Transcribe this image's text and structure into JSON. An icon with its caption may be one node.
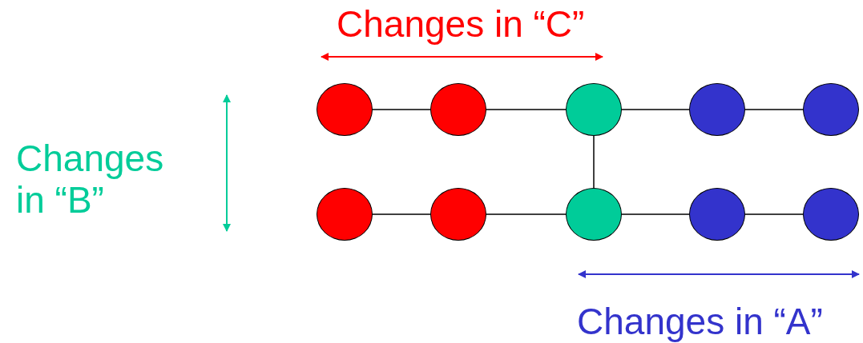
{
  "diagram": {
    "nodes": [
      {
        "text": [],
        "shape": "circle"
      },
      {
        "text": [],
        "shape": "circle"
      },
      {
        "text": [],
        "shape": "circle"
      },
      {
        "text": [],
        "shape": "circle"
      },
      {
        "text": [],
        "shape": "circle"
      },
      {
        "text": [],
        "shape": "circle"
      },
      {
        "text": [],
        "shape": "circle"
      },
      {
        "text": [],
        "shape": "circle"
      },
      {
        "text": [],
        "shape": "circle"
      },
      {
        "text": [],
        "shape": "circle"
      }
    ],
    "edges": [
      {
        "from": 0,
        "to": 1,
        "arrow": "none"
      },
      {
        "from": 1,
        "to": 2,
        "arrow": "none"
      },
      {
        "from": 2,
        "to": 3,
        "arrow": "none"
      },
      {
        "from": 3,
        "to": 4,
        "arrow": "none"
      },
      {
        "from": 2,
        "to": 7,
        "arrow": "none"
      },
      {
        "from": 5,
        "to": 6,
        "arrow": "none"
      },
      {
        "from": 6,
        "to": 7,
        "arrow": "none"
      },
      {
        "from": 7,
        "to": 8,
        "arrow": "none"
      },
      {
        "from": 8,
        "to": 9,
        "arrow": "none"
      }
    ],
    "labels": [
      "Changes in “C”",
      "Changes in “B”",
      "Changes in “A”"
    ]
  }
}
